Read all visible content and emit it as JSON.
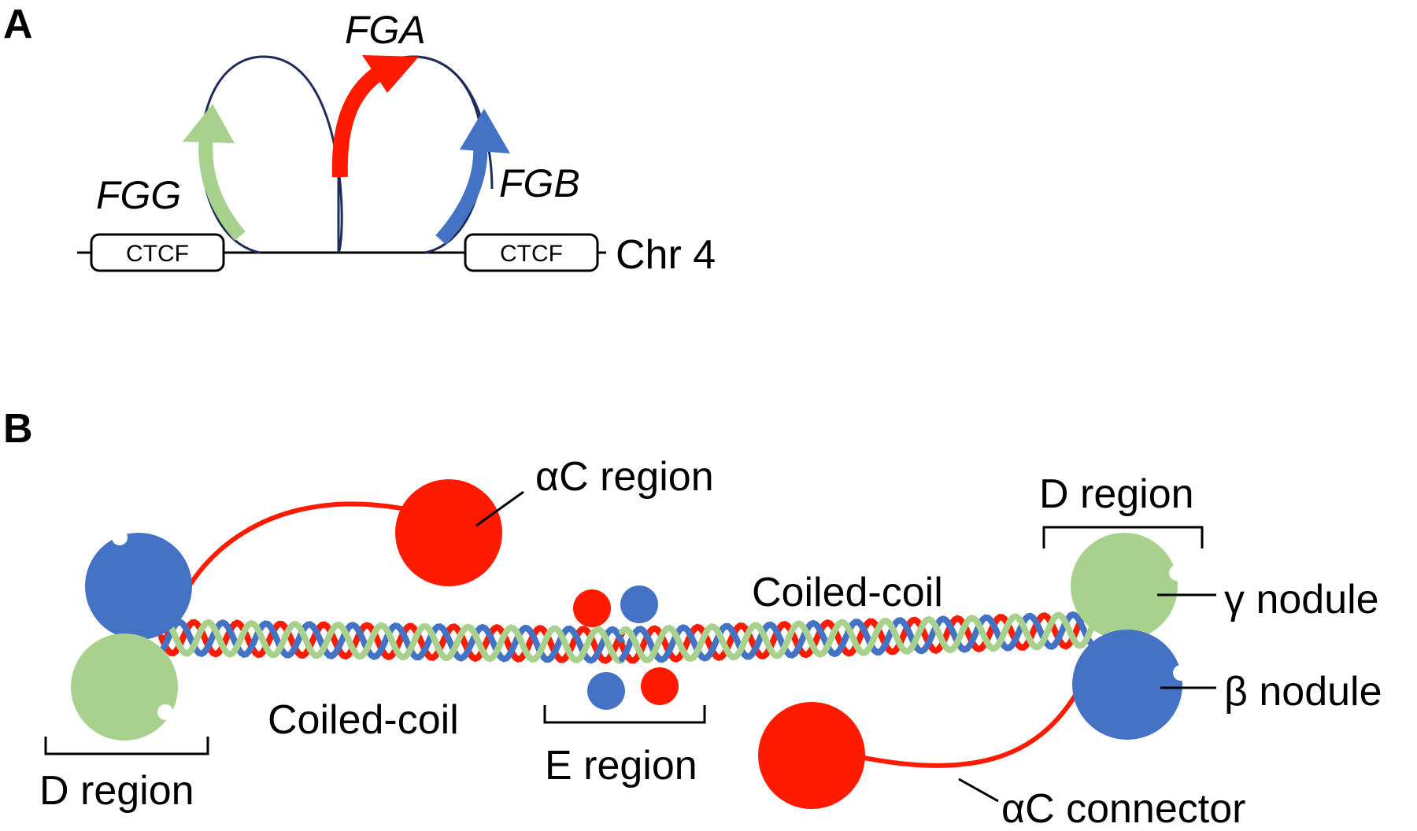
{
  "panel_a": {
    "label": "A",
    "genes": {
      "fgg": "FGG",
      "fga": "FGA",
      "fgb": "FGB"
    },
    "ctcf_left": "CTCF",
    "ctcf_right": "CTCF",
    "chromosome": "Chr 4"
  },
  "panel_b": {
    "label": "B",
    "alpha_c_region": "αC region",
    "d_region_right": "D region",
    "d_region_left": "D region",
    "coiled_coil_top": "Coiled-coil",
    "coiled_coil_bottom": "Coiled-coil",
    "e_region": "E region",
    "gamma_nodule": "γ nodule",
    "beta_nodule": "β nodule",
    "alpha_c_connector": "αC connector"
  },
  "colors": {
    "alpha": "#ff1a00",
    "beta": "#4472c4",
    "gamma": "#a9d18e",
    "loop_line": "#1f2d5a"
  }
}
